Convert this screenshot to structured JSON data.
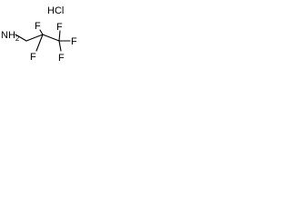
{
  "salt": "HCl",
  "atoms": {
    "amine": "NH2",
    "f_top_left": "F",
    "f_top_right": "F",
    "f_right": "F",
    "f_bottom_right": "F",
    "f_bottom_left": "F"
  },
  "colors": {
    "ink": "#000000",
    "background": "#ffffff"
  }
}
